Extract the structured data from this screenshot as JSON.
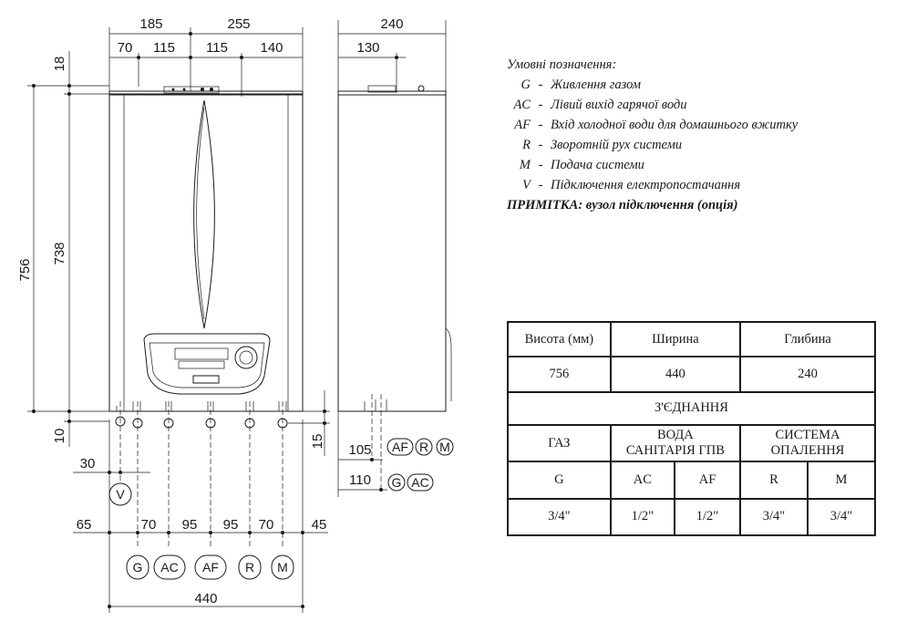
{
  "dimensions": {
    "top_left_width": "185",
    "top_mid_width": "255",
    "side_depth": "240",
    "top_70": "70",
    "top_115_left": "115",
    "top_115_right": "115",
    "top_140": "140",
    "side_130": "130",
    "height_18": "18",
    "height_756": "756",
    "height_738": "738",
    "bottom_10": "10",
    "right_15": "15",
    "v_30": "30",
    "side_105": "105",
    "side_110": "110",
    "bot_65": "65",
    "bot_70a": "70",
    "bot_95a": "95",
    "bot_95b": "95",
    "bot_70b": "70",
    "bot_45": "45",
    "total_width": "440"
  },
  "connections": {
    "v": "V",
    "g": "G",
    "ac": "AC",
    "af": "AF",
    "r": "R",
    "m": "M"
  },
  "legend": {
    "title": "Умовні позначення:",
    "items": [
      {
        "code": "G",
        "sep": "-",
        "desc": "Живлення газом"
      },
      {
        "code": "AC",
        "sep": "-",
        "desc": "Лівий вихід гарячої води"
      },
      {
        "code": "AF",
        "sep": "-",
        "desc": "Вхід холодної води для домашнього вжитку"
      },
      {
        "code": "R",
        "sep": "-",
        "desc": "Зворотній рух системи"
      },
      {
        "code": "M",
        "sep": "-",
        "desc": "Подача системи"
      },
      {
        "code": "V",
        "sep": "-",
        "desc": "Підключення електропостачання"
      }
    ],
    "note": "ПРИМІТКА: вузол підключення (опція)"
  },
  "table": {
    "h_height": "Висота (мм)",
    "h_width": "Ширина",
    "h_depth": "Глибина",
    "v_height": "756",
    "v_width": "440",
    "v_depth": "240",
    "connections_title": "З'ЄДНАННЯ",
    "gas": "ГАЗ",
    "water_1": "ВОДА",
    "water_2": "САНІТАРІЯ ГПВ",
    "system_1": "СИСТЕМА",
    "system_2": "ОПАЛЕННЯ",
    "c_g": "G",
    "c_ac": "AC",
    "c_af": "AF",
    "c_r": "R",
    "c_m": "M",
    "s_g": "3/4\"",
    "s_ac": "1/2\"",
    "s_af": "1/2\"",
    "s_r": "3/4\"",
    "s_m": "3/4\""
  }
}
